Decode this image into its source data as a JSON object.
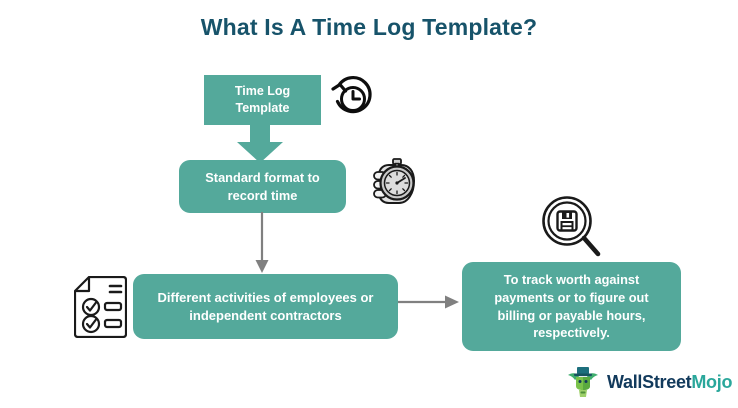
{
  "page": {
    "title": "What Is A Time Log Template?",
    "background_color": "#ffffff",
    "title_color": "#17536a",
    "accent_color": "#54a99b",
    "arrow_color": "#808080"
  },
  "diagram": {
    "type": "flowchart",
    "nodes": [
      {
        "id": "time-log-template",
        "label": "Time Log Template",
        "line1": "Time Log",
        "line2": "Template",
        "shape": "rectangle",
        "fill": "#54a99b",
        "text_color": "#ffffff"
      },
      {
        "id": "standard-format",
        "label": "Standard format to record time",
        "line1": "Standard format to",
        "line2": "record time",
        "shape": "rounded-rectangle",
        "fill": "#54a99b",
        "text_color": "#ffffff"
      },
      {
        "id": "different-activities",
        "label": "Different activities of employees or independent contractors",
        "line1": "Different activities of employees or",
        "line2": "independent contractors",
        "shape": "rounded-rectangle",
        "fill": "#54a99b",
        "text_color": "#ffffff"
      },
      {
        "id": "track-worth",
        "label": "To track worth against payments or to figure out billing or payable hours, respectively.",
        "line1": "To track worth against",
        "line2": "payments or to figure out",
        "line3": "billing or payable hours,",
        "line4": "respectively.",
        "shape": "rounded-rectangle",
        "fill": "#54a99b",
        "text_color": "#ffffff"
      }
    ],
    "edges": [
      {
        "id": "edge-1",
        "from": "time-log-template",
        "to": "standard-format",
        "direction": "down",
        "style": "solid-block",
        "color": "#54a99b"
      },
      {
        "id": "edge-2",
        "from": "standard-format",
        "to": "different-activities",
        "direction": "down",
        "style": "thin-line",
        "color": "#808080"
      },
      {
        "id": "edge-3",
        "from": "different-activities",
        "to": "track-worth",
        "direction": "right",
        "style": "thin-line",
        "color": "#808080"
      }
    ],
    "icons": [
      {
        "id": "clock-rewind-icon",
        "name": "clock-rewind-icon",
        "near": "time-log-template"
      },
      {
        "id": "hand-stopwatch-icon",
        "name": "hand-stopwatch-icon",
        "near": "standard-format"
      },
      {
        "id": "checklist-document-icon",
        "name": "checklist-document-icon",
        "near": "different-activities"
      },
      {
        "id": "magnifier-document-icon",
        "name": "magnifier-document-icon",
        "near": "track-worth"
      }
    ]
  },
  "branding": {
    "name_part1": "WallStreet",
    "name_part2": "Mojo",
    "part1_color": "#123a5c",
    "part2_color": "#2aa79b",
    "mark": "bull-with-top-hat-icon"
  }
}
